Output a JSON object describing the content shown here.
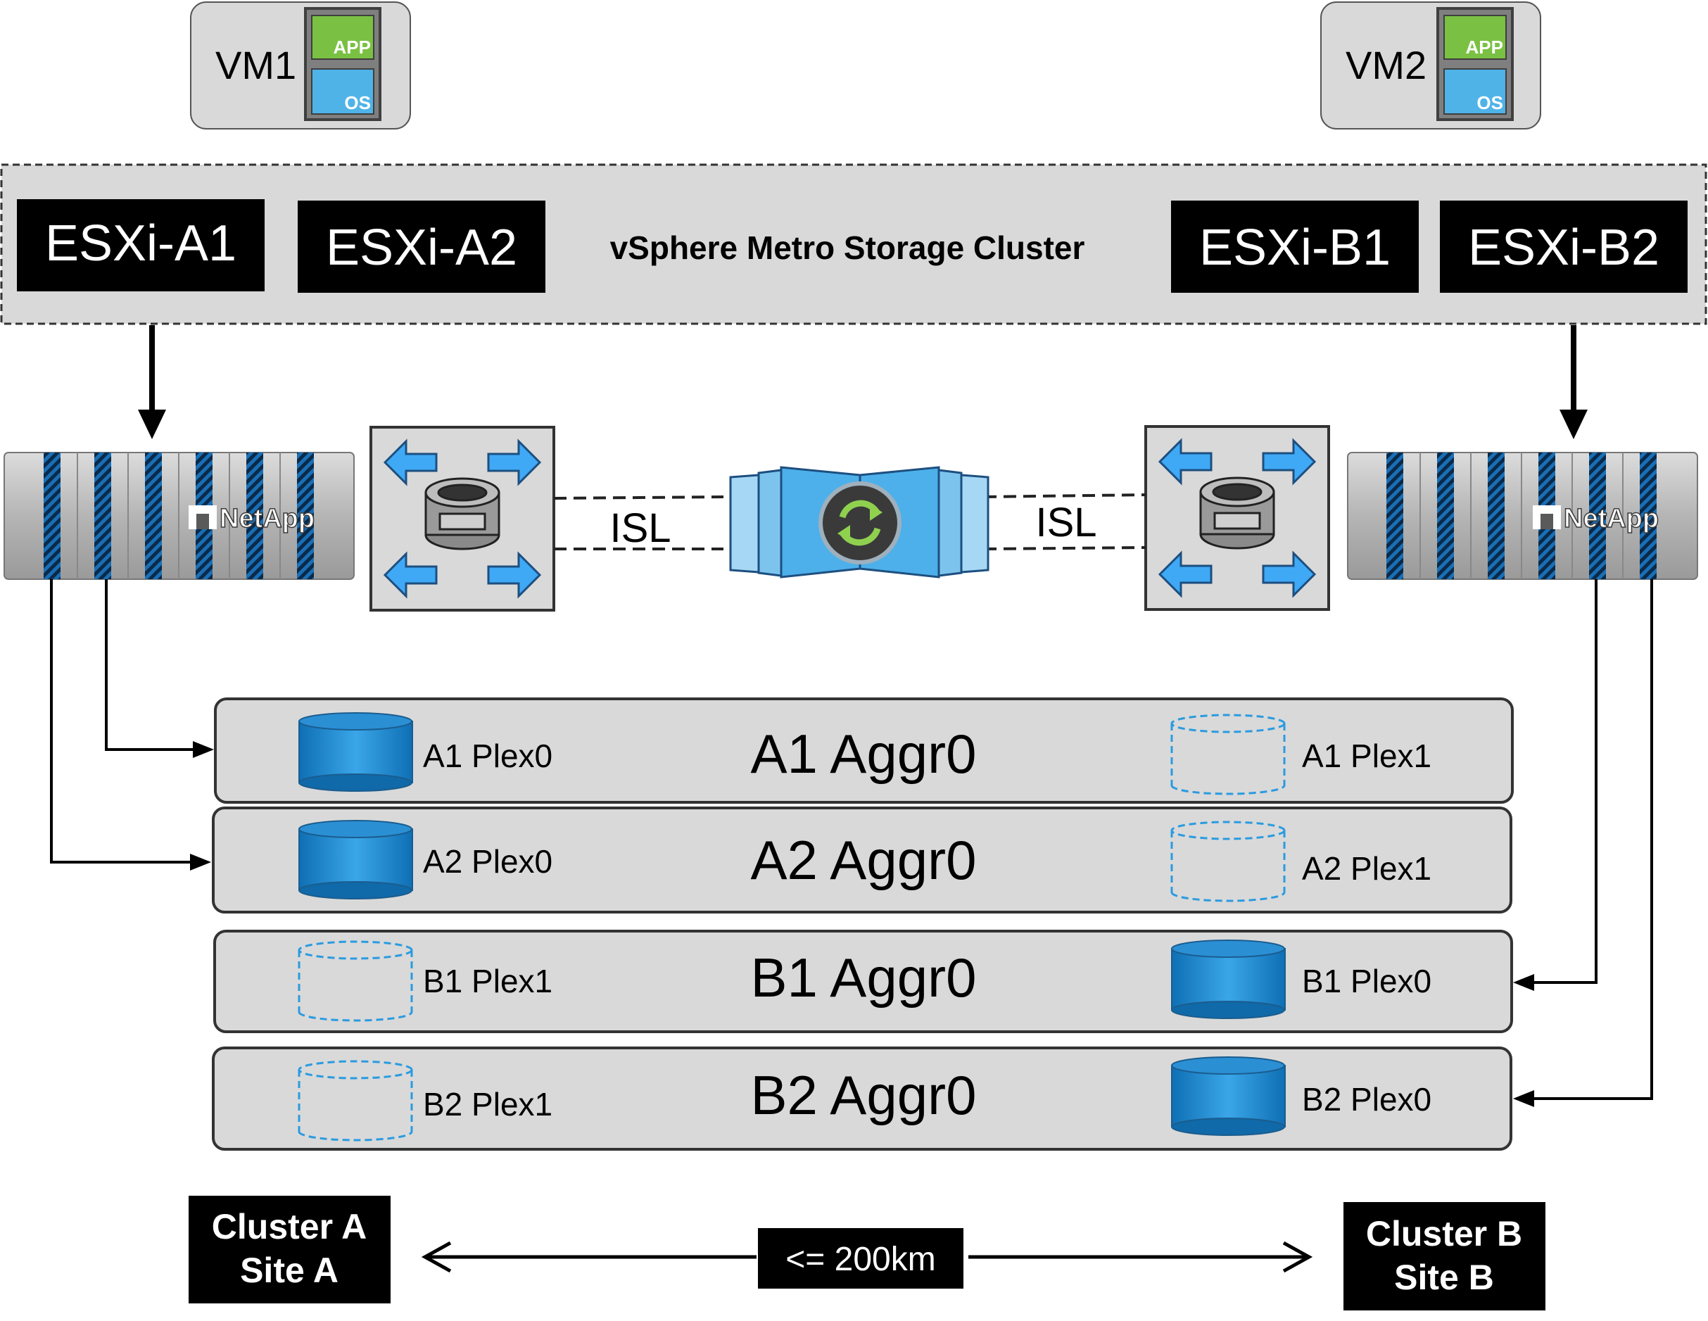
{
  "vms": [
    {
      "label": "VM1",
      "app": "APP",
      "os": "OS"
    },
    {
      "label": "VM2",
      "app": "APP",
      "os": "OS"
    }
  ],
  "cluster": {
    "title": "vSphere Metro Storage Cluster",
    "hosts": [
      "ESXi-A1",
      "ESXi-A2",
      "ESXi-B1",
      "ESXi-B2"
    ]
  },
  "storage": {
    "left_brand": "NetApp",
    "right_brand": "NetApp",
    "isl_left": "ISL",
    "isl_right": "ISL"
  },
  "aggregates": [
    {
      "name": "A1 Aggr0",
      "left": "A1 Plex0",
      "right": "A1 Plex1"
    },
    {
      "name": "A2 Aggr0",
      "left": "A2 Plex0",
      "right": "A2 Plex1"
    },
    {
      "name": "B1 Aggr0",
      "left": "B1 Plex1",
      "right": "B1 Plex0"
    },
    {
      "name": "B2 Aggr0",
      "left": "B2 Plex1",
      "right": "B2 Plex0"
    }
  ],
  "sites": {
    "a_line1": "Cluster A",
    "a_line2": "Site A",
    "b_line1": "Cluster B",
    "b_line2": "Site B",
    "distance": "<= 200km"
  },
  "colors": {
    "panel": "#d9d9d9",
    "label_bg": "#000000",
    "disk_blue": "#1b8ad3",
    "disk_blue_light": "#4ab4ee",
    "dashed_disk": "#2a9be0",
    "arrow_blue": "#3fa9f5",
    "app_green": "#7ac143",
    "os_blue": "#4fb3e8"
  }
}
